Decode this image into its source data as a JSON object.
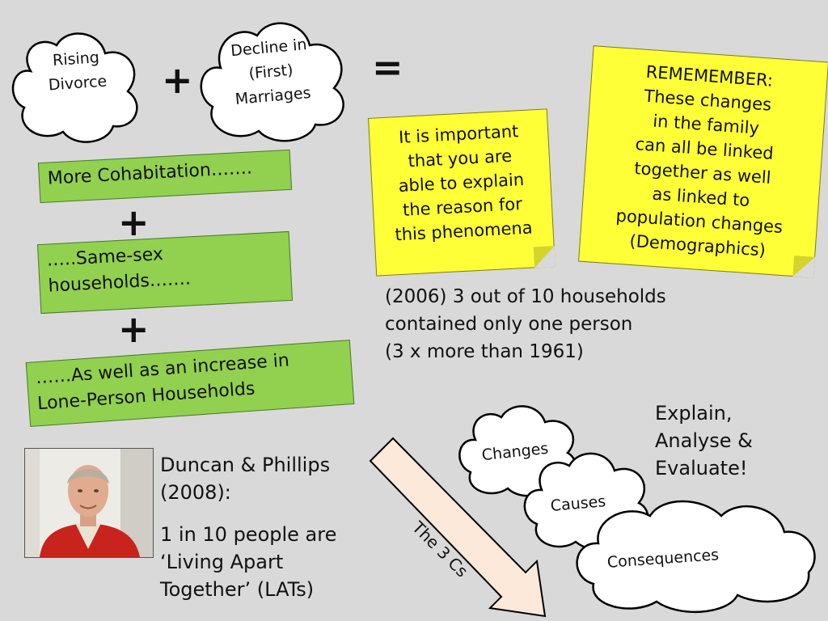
{
  "clouds": {
    "rising_divorce": [
      "Rising",
      "Divorce"
    ],
    "decline_marriages": [
      "Decline in",
      "(First)",
      "Marriages"
    ],
    "changes": "Changes",
    "causes": "Causes",
    "consequences": "Consequences"
  },
  "symbols": {
    "plus": "+",
    "equals": "="
  },
  "boxes": {
    "cohabitation": "More Cohabitation…….",
    "same_sex": [
      ".….Same-sex",
      "households……."
    ],
    "lone_person": [
      "……As well as an increase in",
      "Lone-Person Households"
    ]
  },
  "notes": {
    "important": [
      "It is important",
      "that you are",
      "able to explain",
      "the reason for",
      "this phenomena"
    ],
    "remember": [
      "REMEMEMBER:",
      "These changes",
      "in the family",
      "can all be linked",
      "together as well",
      "as linked to",
      "population changes",
      "(Demographics)"
    ]
  },
  "stats": [
    "(2006) 3 out of 10 households",
    "contained only one person",
    "(3 x more than 1961)"
  ],
  "explain": [
    "Explain,",
    "Analyse &",
    "Evaluate!"
  ],
  "arrow_label": "The 3 Cs",
  "duncan": {
    "source": [
      "Duncan & Phillips",
      "(2008):"
    ],
    "finding": [
      "1 in 10 people are",
      "‘Living Apart",
      "Together’ (LATs)"
    ]
  },
  "colors": {
    "background": "#d9d9d9",
    "green": "#92d050",
    "yellow": "#ffff38",
    "arrow": "#fde9d9"
  }
}
